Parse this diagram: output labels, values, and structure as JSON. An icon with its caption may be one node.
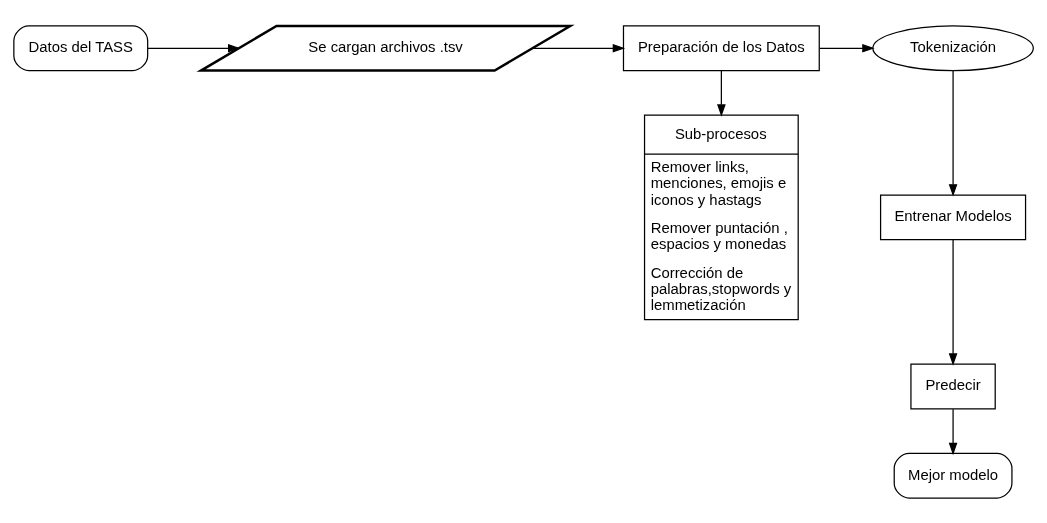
{
  "diagram": {
    "nodes": [
      {
        "text": [
          "Datos del TASS"
        ]
      },
      {
        "text": [
          "Se cargan archivos .tsv"
        ]
      },
      {
        "text": [
          "Preparación de los Datos"
        ]
      },
      {
        "text": [
          "Tokenización"
        ]
      },
      {
        "text": [
          "Sub-procesos",
          "Remover links, menciones, emojis e iconos y hastags",
          "Remover puntación , espacios y monedas",
          "Corrección de palabras,stopwords y lemmetización"
        ]
      },
      {
        "text": [
          "Entrenar Modelos"
        ]
      },
      {
        "text": [
          "Predecir"
        ]
      },
      {
        "text": [
          "Mejor modelo"
        ]
      }
    ],
    "edges": [
      {
        "from": 0,
        "to": 1,
        "arrow": "to"
      },
      {
        "from": 1,
        "to": 2,
        "arrow": "to"
      },
      {
        "from": 2,
        "to": 3,
        "arrow": "to"
      },
      {
        "from": 2,
        "to": 4,
        "arrow": "to"
      },
      {
        "from": 3,
        "to": 5,
        "arrow": "to"
      },
      {
        "from": 5,
        "to": 6,
        "arrow": "to"
      },
      {
        "from": 6,
        "to": 7,
        "arrow": "to"
      }
    ]
  }
}
